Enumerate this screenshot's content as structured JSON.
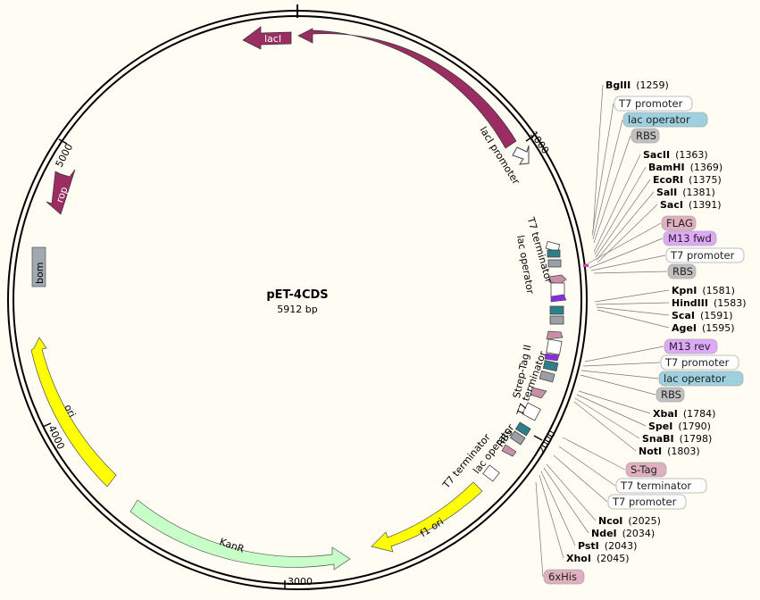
{
  "plasmid": {
    "name": "pET-4CDS",
    "length": "5912 bp"
  },
  "ticks": [
    "1000",
    "2000",
    "3000",
    "4000",
    "5000"
  ],
  "features": {
    "laci_arrow": "lacI",
    "laci_promoter": "lacI promoter",
    "rop": "rop",
    "bom": "bom",
    "ori": "ori",
    "kanr": "KanR",
    "f1_ori": "f1 ori",
    "t7_term_1": "T7 terminator",
    "lac_op_1": "lac operator",
    "strep_tag": "Strep-Tag II",
    "t7_term_2": "T7 terminator",
    "rbs_inner": "RBS",
    "lac_op_inner": "lac operator",
    "t7_term_inner": "T7 terminator"
  },
  "right_labels": [
    {
      "kind": "site",
      "name": "BglII",
      "pos": "(1259)"
    },
    {
      "kind": "box",
      "name": "T7 promoter",
      "color": "#ffffff"
    },
    {
      "kind": "box",
      "name": "lac operator",
      "color": "#9fd0e0"
    },
    {
      "kind": "box",
      "name": "RBS",
      "color": "#c0c0c0"
    },
    {
      "kind": "site",
      "name": "SacII",
      "pos": "(1363)"
    },
    {
      "kind": "site",
      "name": "BamHI",
      "pos": "(1369)"
    },
    {
      "kind": "site",
      "name": "EcoRI",
      "pos": "(1375)"
    },
    {
      "kind": "site",
      "name": "SalI",
      "pos": "(1381)"
    },
    {
      "kind": "site",
      "name": "SacI",
      "pos": "(1391)"
    },
    {
      "kind": "box",
      "name": "FLAG",
      "color": "#e0b0c0"
    },
    {
      "kind": "box",
      "name": "M13 fwd",
      "color": "#e0a8f8"
    },
    {
      "kind": "box",
      "name": "T7 promoter",
      "color": "#ffffff"
    },
    {
      "kind": "box",
      "name": "RBS",
      "color": "#c0c0c0"
    },
    {
      "kind": "site",
      "name": "KpnI",
      "pos": "(1581)"
    },
    {
      "kind": "site",
      "name": "HindIII",
      "pos": "(1583)"
    },
    {
      "kind": "site",
      "name": "ScaI",
      "pos": "(1591)"
    },
    {
      "kind": "site",
      "name": "AgeI",
      "pos": "(1595)"
    },
    {
      "kind": "box",
      "name": "M13 rev",
      "color": "#e0a8f8"
    },
    {
      "kind": "box",
      "name": "T7 promoter",
      "color": "#ffffff"
    },
    {
      "kind": "box",
      "name": "lac operator",
      "color": "#9fd0e0"
    },
    {
      "kind": "box",
      "name": "RBS",
      "color": "#c0c0c0"
    },
    {
      "kind": "site",
      "name": "XbaI",
      "pos": "(1784)"
    },
    {
      "kind": "site",
      "name": "SpeI",
      "pos": "(1790)"
    },
    {
      "kind": "site",
      "name": "SnaBI",
      "pos": "(1798)"
    },
    {
      "kind": "site",
      "name": "NotI",
      "pos": "(1803)"
    },
    {
      "kind": "box",
      "name": "S-Tag",
      "color": "#e0b0c0"
    },
    {
      "kind": "box",
      "name": "T7 terminator",
      "color": "#ffffff"
    },
    {
      "kind": "box",
      "name": "T7 promoter",
      "color": "#ffffff"
    },
    {
      "kind": "site",
      "name": "NcoI",
      "pos": "(2025)"
    },
    {
      "kind": "site",
      "name": "NdeI",
      "pos": "(2034)"
    },
    {
      "kind": "site",
      "name": "PstI",
      "pos": "(2043)"
    },
    {
      "kind": "site",
      "name": "XhoI",
      "pos": "(2045)"
    },
    {
      "kind": "box",
      "name": "6xHis",
      "color": "#e0b0c0"
    }
  ],
  "colors": {
    "laci": "#9b2d62",
    "rop": "#9b2d62",
    "ori": "#ffff00",
    "kanr": "#c8ffc8",
    "f1": "#ffff00",
    "bom": "#a0a8b0",
    "teal": "#2e7f8c",
    "gray": "#9aa0a6",
    "pink": "#c890a8",
    "purple": "#8a2be2"
  }
}
